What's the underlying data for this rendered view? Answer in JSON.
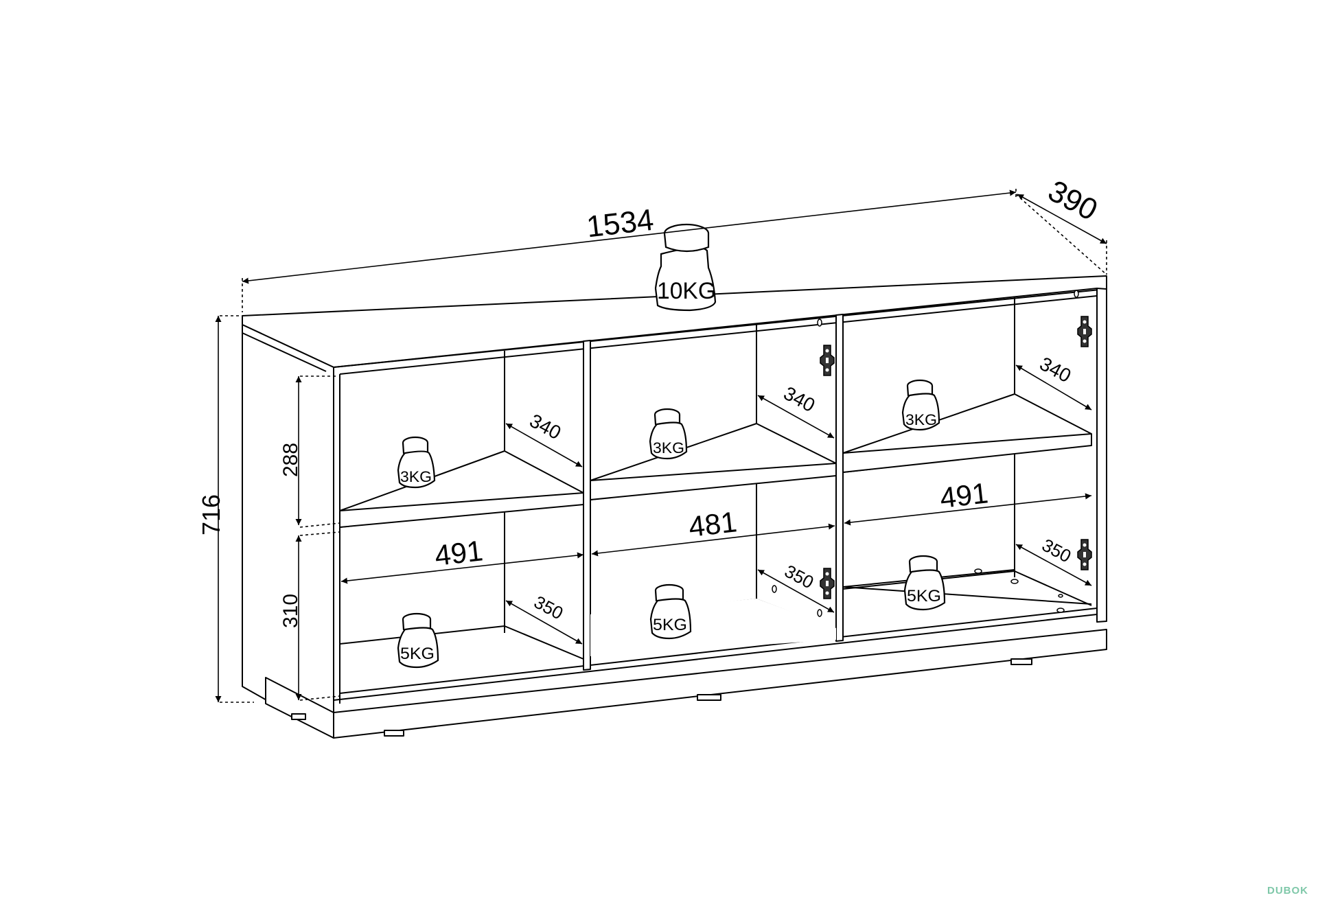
{
  "dimensions": {
    "overall_width": "1534",
    "depth": "390",
    "overall_height": "716",
    "upper_height": "288",
    "lower_height": "310",
    "left_lower_width": "491",
    "middle_width": "481",
    "right_width": "491",
    "depth_upper_left": "340",
    "depth_upper_middle": "340",
    "depth_upper_right": "340",
    "depth_lower_left": "350",
    "depth_lower_middle": "350",
    "depth_lower_right": "350"
  },
  "weights": {
    "top": "10KG",
    "upper_left": "3KG",
    "upper_middle": "3KG",
    "upper_right": "3KG",
    "lower_left": "5KG",
    "lower_middle": "5KG",
    "lower_right": "5KG"
  },
  "watermark": "DUBOK"
}
